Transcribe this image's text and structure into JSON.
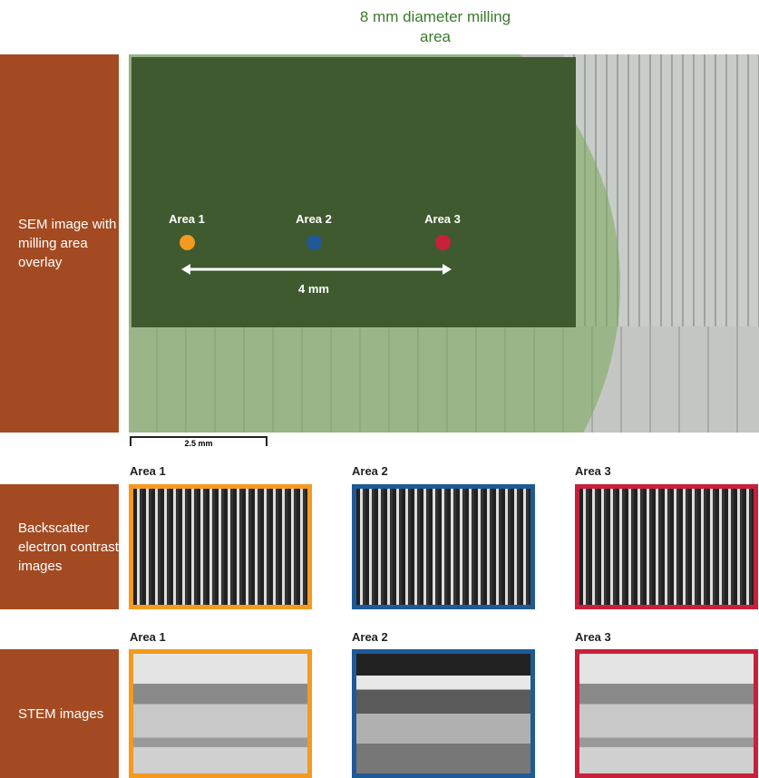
{
  "title": "8 mm diameter milling area",
  "rows": [
    {
      "label": "SEM image with milling area overlay"
    },
    {
      "label": "Backscatter electron contrast images"
    },
    {
      "label": "STEM images"
    }
  ],
  "sem": {
    "areas": [
      {
        "label": "Area 1",
        "color": "#f39a1f"
      },
      {
        "label": "Area 2",
        "color": "#1f5a96"
      },
      {
        "label": "Area 3",
        "color": "#c8203a"
      }
    ],
    "distance": "4 mm",
    "scale_bar": "2.5 mm"
  },
  "bse": {
    "areas": [
      {
        "label": "Area 1"
      },
      {
        "label": "Area 2"
      },
      {
        "label": "Area 3"
      }
    ]
  },
  "stem": {
    "areas": [
      {
        "label": "Area 1"
      },
      {
        "label": "Area 2"
      },
      {
        "label": "Area 3"
      }
    ]
  }
}
